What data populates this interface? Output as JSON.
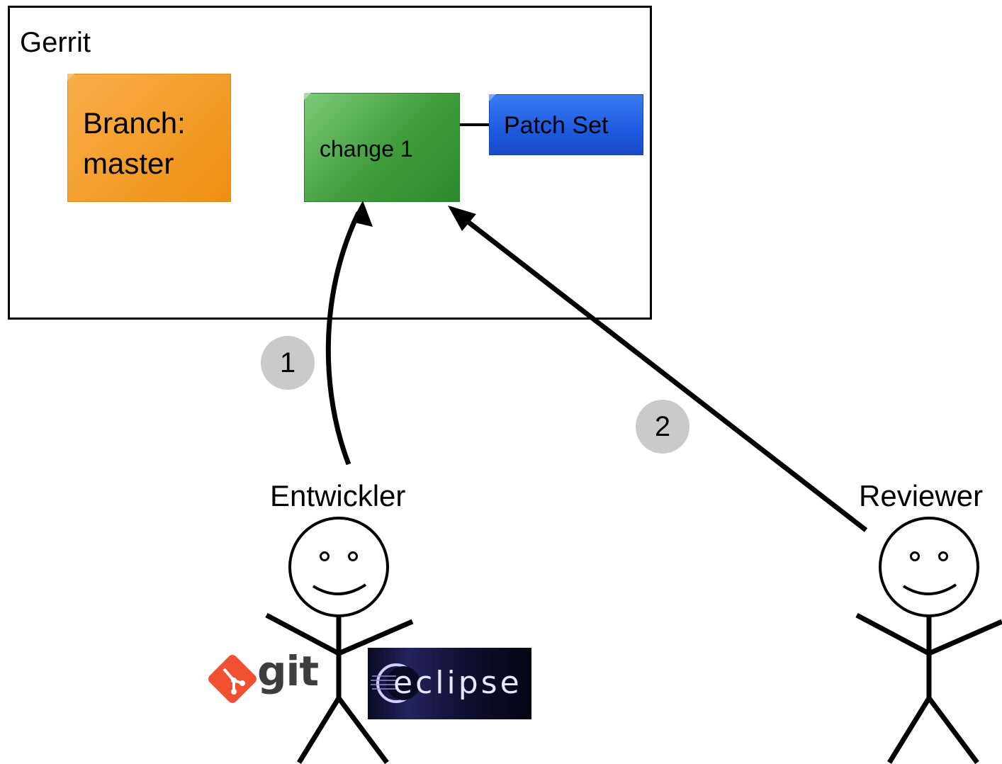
{
  "gerrit": {
    "title": "Gerrit"
  },
  "branch": {
    "label": "Branch:\nmaster"
  },
  "change": {
    "label": "change 1"
  },
  "patch_set": {
    "label": "Patch Set"
  },
  "steps": [
    {
      "label": "1"
    },
    {
      "label": "2"
    }
  ],
  "actors": {
    "developer": {
      "name": "Entwickler"
    },
    "reviewer": {
      "name": "Reviewer"
    }
  },
  "logos": {
    "git": "git",
    "eclipse": "eclipse"
  },
  "colors": {
    "branch": "#ee8f10",
    "change": "#3f9c3a",
    "patch_set": "#1d5ae0",
    "badge": "#c9cac9",
    "git_logo": "#f05133"
  }
}
